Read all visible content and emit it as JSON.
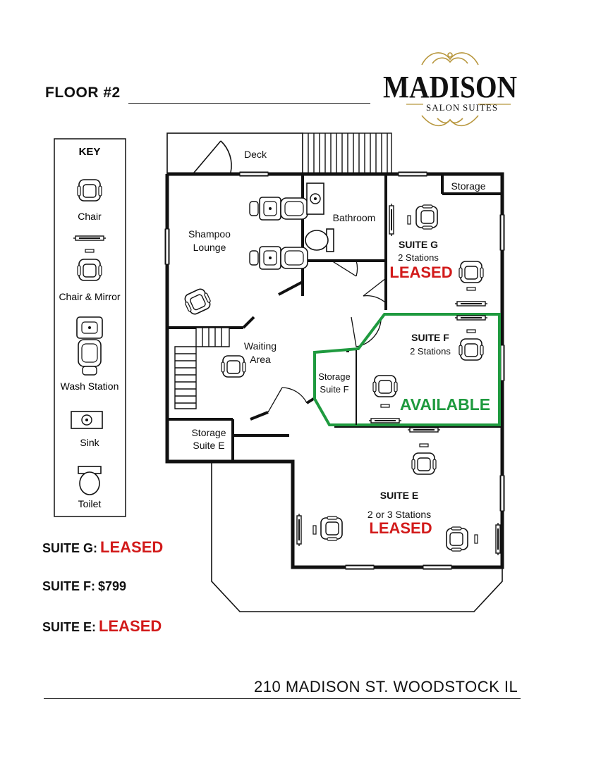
{
  "page": {
    "floor_title": "FLOOR #2",
    "address": "210 MADISON ST. WOODSTOCK IL"
  },
  "logo": {
    "word": "MADISON",
    "sub_left": "SALON",
    "sub_right": "SUITES",
    "gold_color": "#b8973e"
  },
  "key": {
    "title": "KEY",
    "items": [
      {
        "label": "Chair",
        "icon": "chair-icon"
      },
      {
        "label": "Chair & Mirror",
        "icon": "chair-mirror-icon"
      },
      {
        "label": "Wash Station",
        "icon": "wash-station-icon"
      },
      {
        "label": "Sink",
        "icon": "sink-icon"
      },
      {
        "label": "Toilet",
        "icon": "toilet-icon"
      }
    ]
  },
  "rooms": {
    "deck": "Deck",
    "storage_top": "Storage",
    "bathroom": "Bathroom",
    "shampoo_1": "Shampoo",
    "shampoo_2": "Lounge",
    "waiting_1": "Waiting",
    "waiting_2": "Area",
    "storage_f_1": "Storage",
    "storage_f_2": "Suite F",
    "storage_e_1": "Storage",
    "storage_e_2": "Suite E"
  },
  "suites": {
    "g": {
      "name": "SUITE G",
      "stations": "2 Stations",
      "status": "LEASED"
    },
    "f": {
      "name": "SUITE F",
      "stations": "2 Stations",
      "status": "AVAILABLE"
    },
    "e": {
      "name": "SUITE E",
      "stations": "2 or 3 Stations",
      "status": "LEASED"
    }
  },
  "status_list": [
    {
      "label": "SUITE G:",
      "value": "LEASED"
    },
    {
      "label": "SUITE F:",
      "value": "$799"
    },
    {
      "label": "SUITE E:",
      "value": "LEASED"
    }
  ],
  "colors": {
    "leased": "#d21a1a",
    "available": "#1f9a3f",
    "wall": "#111111"
  }
}
